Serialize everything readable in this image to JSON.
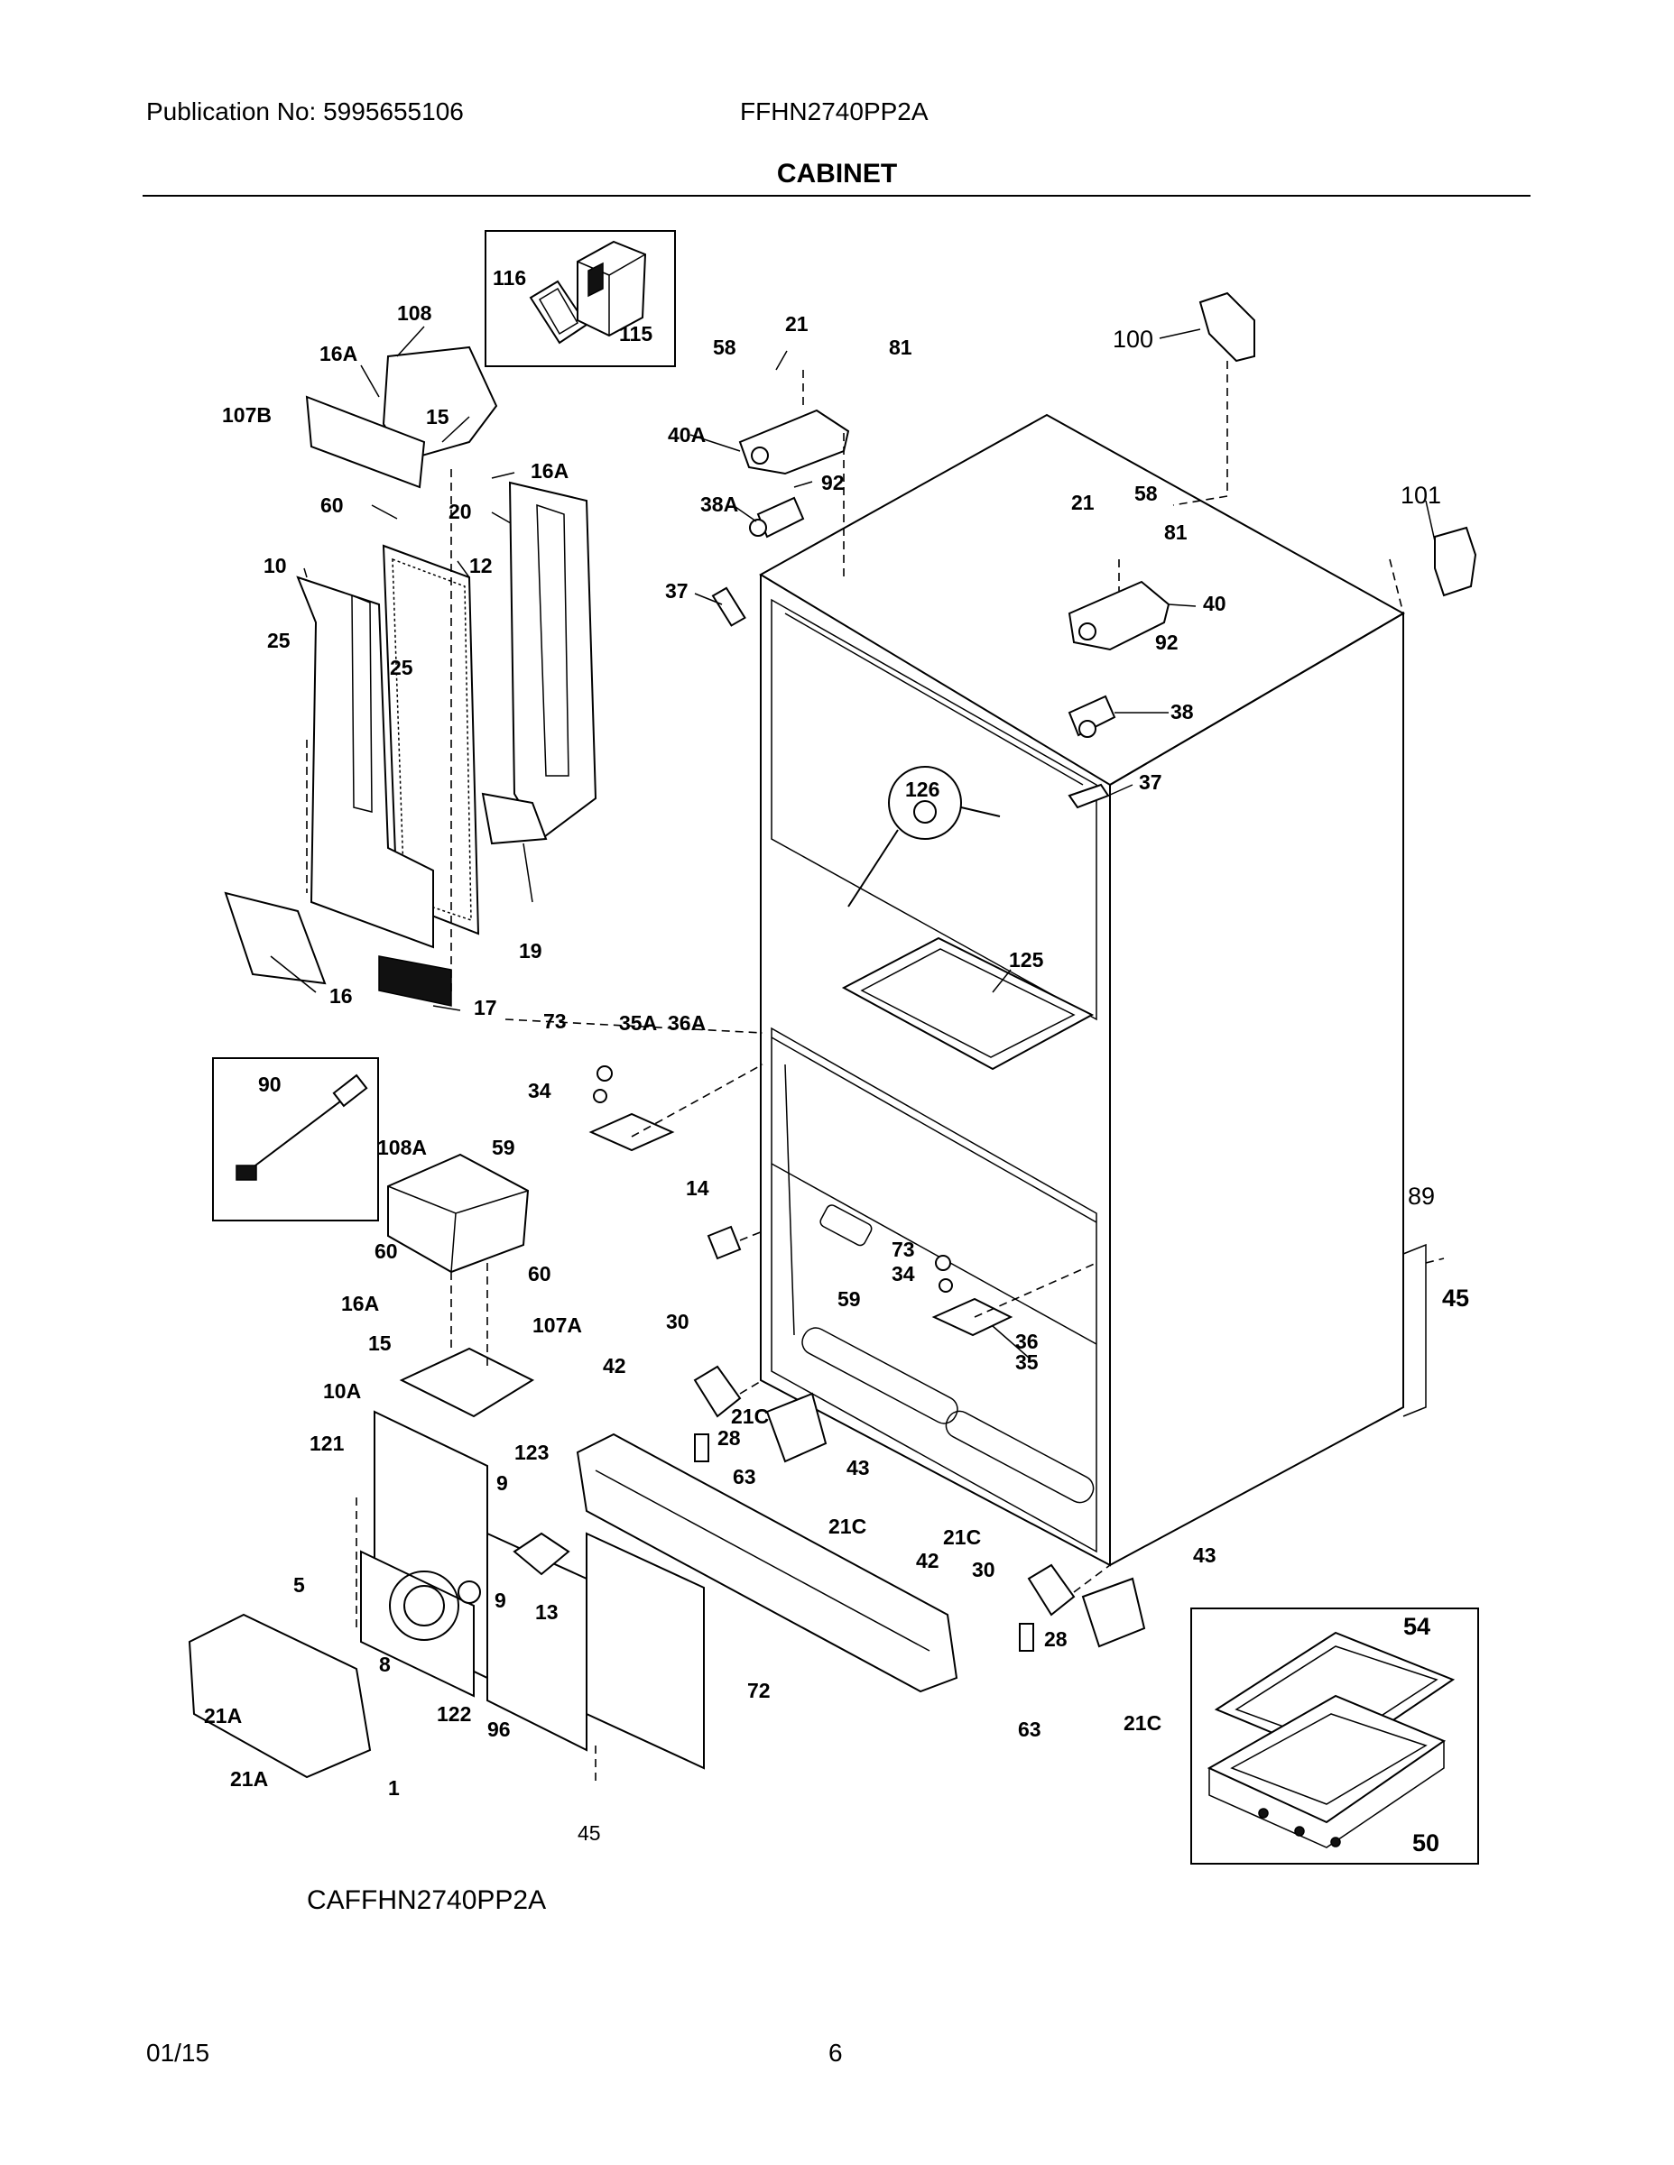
{
  "header": {
    "publication": "Publication No: 5995655106",
    "model": "FFHN2740PP2A",
    "section_title": "CABINET"
  },
  "footer": {
    "date": "01/15",
    "page_number": "6"
  },
  "diagram_code": "CAFFHN2740PP2A",
  "part_labels": [
    "116",
    "115",
    "108",
    "16A",
    "107B",
    "15",
    "16A",
    "60",
    "20",
    "10",
    "12",
    "25",
    "25",
    "19",
    "16",
    "17",
    "90",
    "108A",
    "60",
    "60",
    "16A",
    "15",
    "107A",
    "10A",
    "121",
    "123",
    "9",
    "9",
    "13",
    "5",
    "8",
    "21A",
    "21A",
    "122",
    "96",
    "1",
    "45",
    "72",
    "58",
    "21",
    "81",
    "40A",
    "92",
    "38A",
    "37",
    "100",
    "101",
    "21",
    "58",
    "81",
    "40",
    "92",
    "38",
    "37",
    "126",
    "125",
    "73",
    "35A",
    "36A",
    "34",
    "59",
    "14",
    "89",
    "45",
    "73",
    "34",
    "59",
    "36",
    "35",
    "30",
    "42",
    "21C",
    "28",
    "43",
    "63",
    "21C",
    "21C",
    "42",
    "30",
    "43",
    "28",
    "63",
    "21C",
    "54",
    "50"
  ]
}
